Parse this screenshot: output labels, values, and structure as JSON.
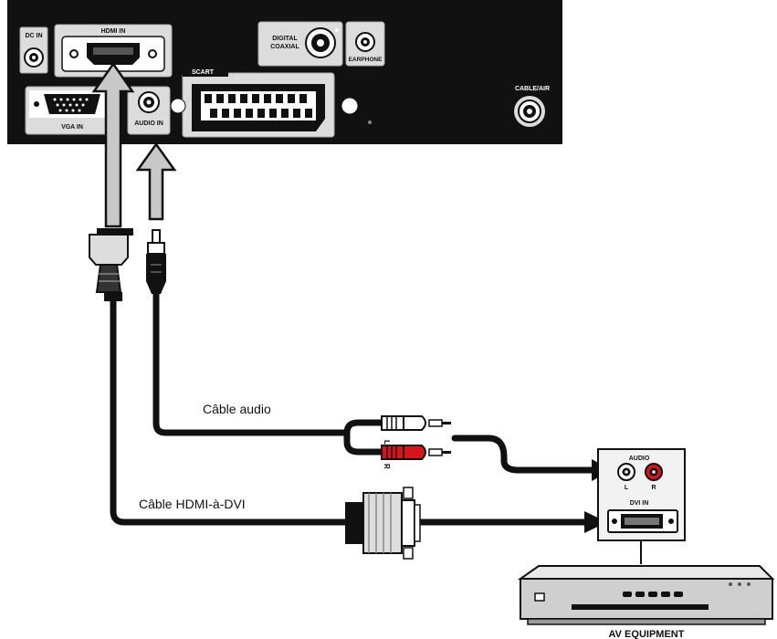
{
  "tv_panel": {
    "labels": {
      "dc_in": "DC IN",
      "hdmi_in": "HDMI IN",
      "digital": "DIGITAL",
      "coaxial": "COAXIAL",
      "earphone": "EARPHONE",
      "scart": "SCART",
      "vga_in": "VGA IN",
      "audio_in": "AUDIO IN",
      "cable_air": "CABLE/AIR"
    }
  },
  "cables": {
    "audio_label": "Câble audio",
    "hdmi_dvi_label": "Câble HDMI-à-DVI",
    "plug_l": "L",
    "plug_r": "R"
  },
  "av_panel": {
    "audio": "AUDIO",
    "l": "L",
    "r": "R",
    "dvi_in": "DVI IN"
  },
  "device": {
    "label": "AV EQUIPMENT"
  },
  "colors": {
    "panel": "#111111",
    "port_frame": "#dcdcdc",
    "cable": "#111111",
    "red_plug": "#d8141a",
    "arrow_fill": "#c8c8c8"
  }
}
